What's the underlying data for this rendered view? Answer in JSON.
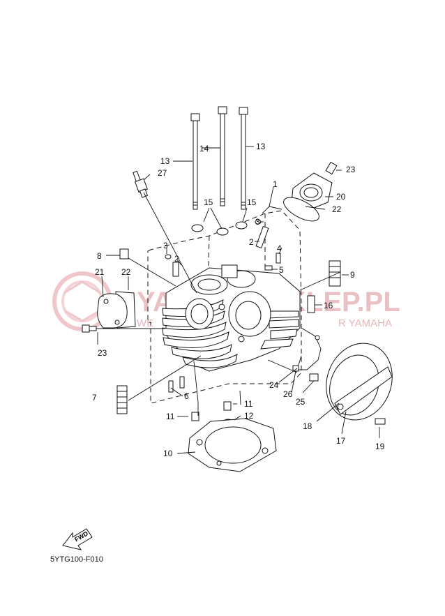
{
  "watermark": {
    "brand": "YAMAKLEP.PL",
    "brand_prefix": "YA",
    "brand_suffix": "KLEP.PL",
    "tagline": "WE ARE NOT AUTHORIZED DEALER YAMAHA",
    "tagline_prefix": "WE",
    "tagline_suffix": "R YAMAHA"
  },
  "diagram_code": "5YTG100-F010",
  "fwd_label": "FWD",
  "callouts": [
    "1",
    "2",
    "2",
    "3",
    "3",
    "4",
    "5",
    "6",
    "7",
    "8",
    "9",
    "10",
    "11",
    "11",
    "12",
    "13",
    "13",
    "14",
    "15",
    "15",
    "16",
    "17",
    "18",
    "19",
    "20",
    "21",
    "22",
    "22",
    "23",
    "23",
    "24",
    "25",
    "26",
    "27"
  ],
  "colors": {
    "line": "#111111",
    "watermark": "#e9c0c3"
  },
  "icons": [
    "fwd-arrow-icon",
    "watermark-logo-icon"
  ]
}
